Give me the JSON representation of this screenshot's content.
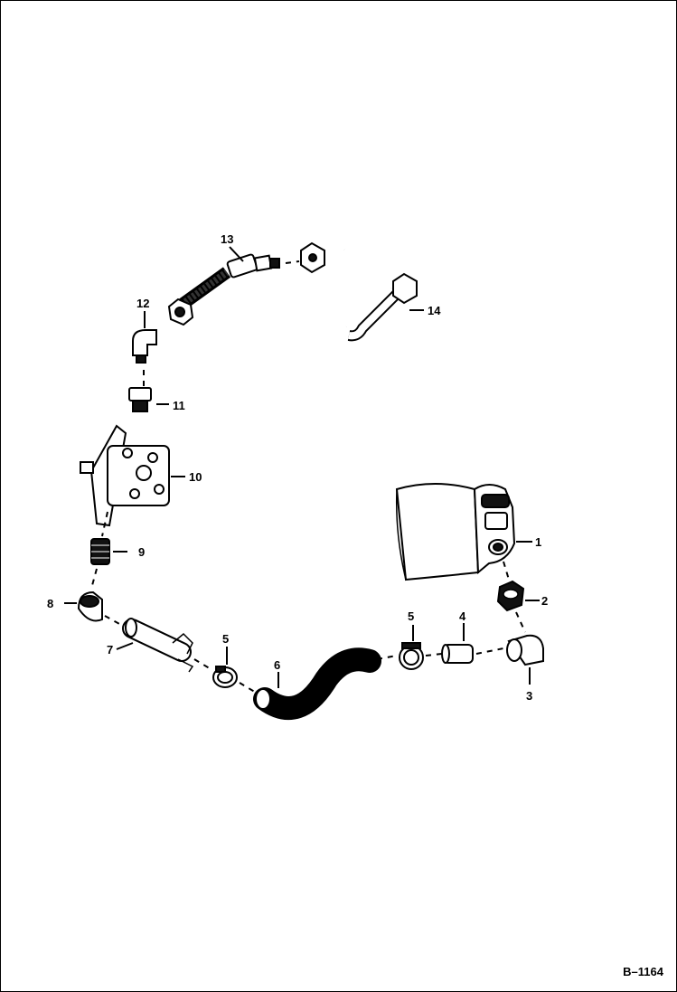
{
  "diagram": {
    "callouts": [
      {
        "id": "c1",
        "text": "1"
      },
      {
        "id": "c2",
        "text": "2"
      },
      {
        "id": "c3",
        "text": "3"
      },
      {
        "id": "c4",
        "text": "4"
      },
      {
        "id": "c5a",
        "text": "5"
      },
      {
        "id": "c5b",
        "text": "5"
      },
      {
        "id": "c6",
        "text": "6"
      },
      {
        "id": "c7",
        "text": "7"
      },
      {
        "id": "c8",
        "text": "8"
      },
      {
        "id": "c9",
        "text": "9"
      },
      {
        "id": "c10",
        "text": "10"
      },
      {
        "id": "c11",
        "text": "11"
      },
      {
        "id": "c12",
        "text": "12"
      },
      {
        "id": "c13",
        "text": "13"
      },
      {
        "id": "c14",
        "text": "14"
      }
    ],
    "figure_ref": "B–1164"
  },
  "colors": {
    "line": "#000000",
    "background": "#ffffff"
  }
}
